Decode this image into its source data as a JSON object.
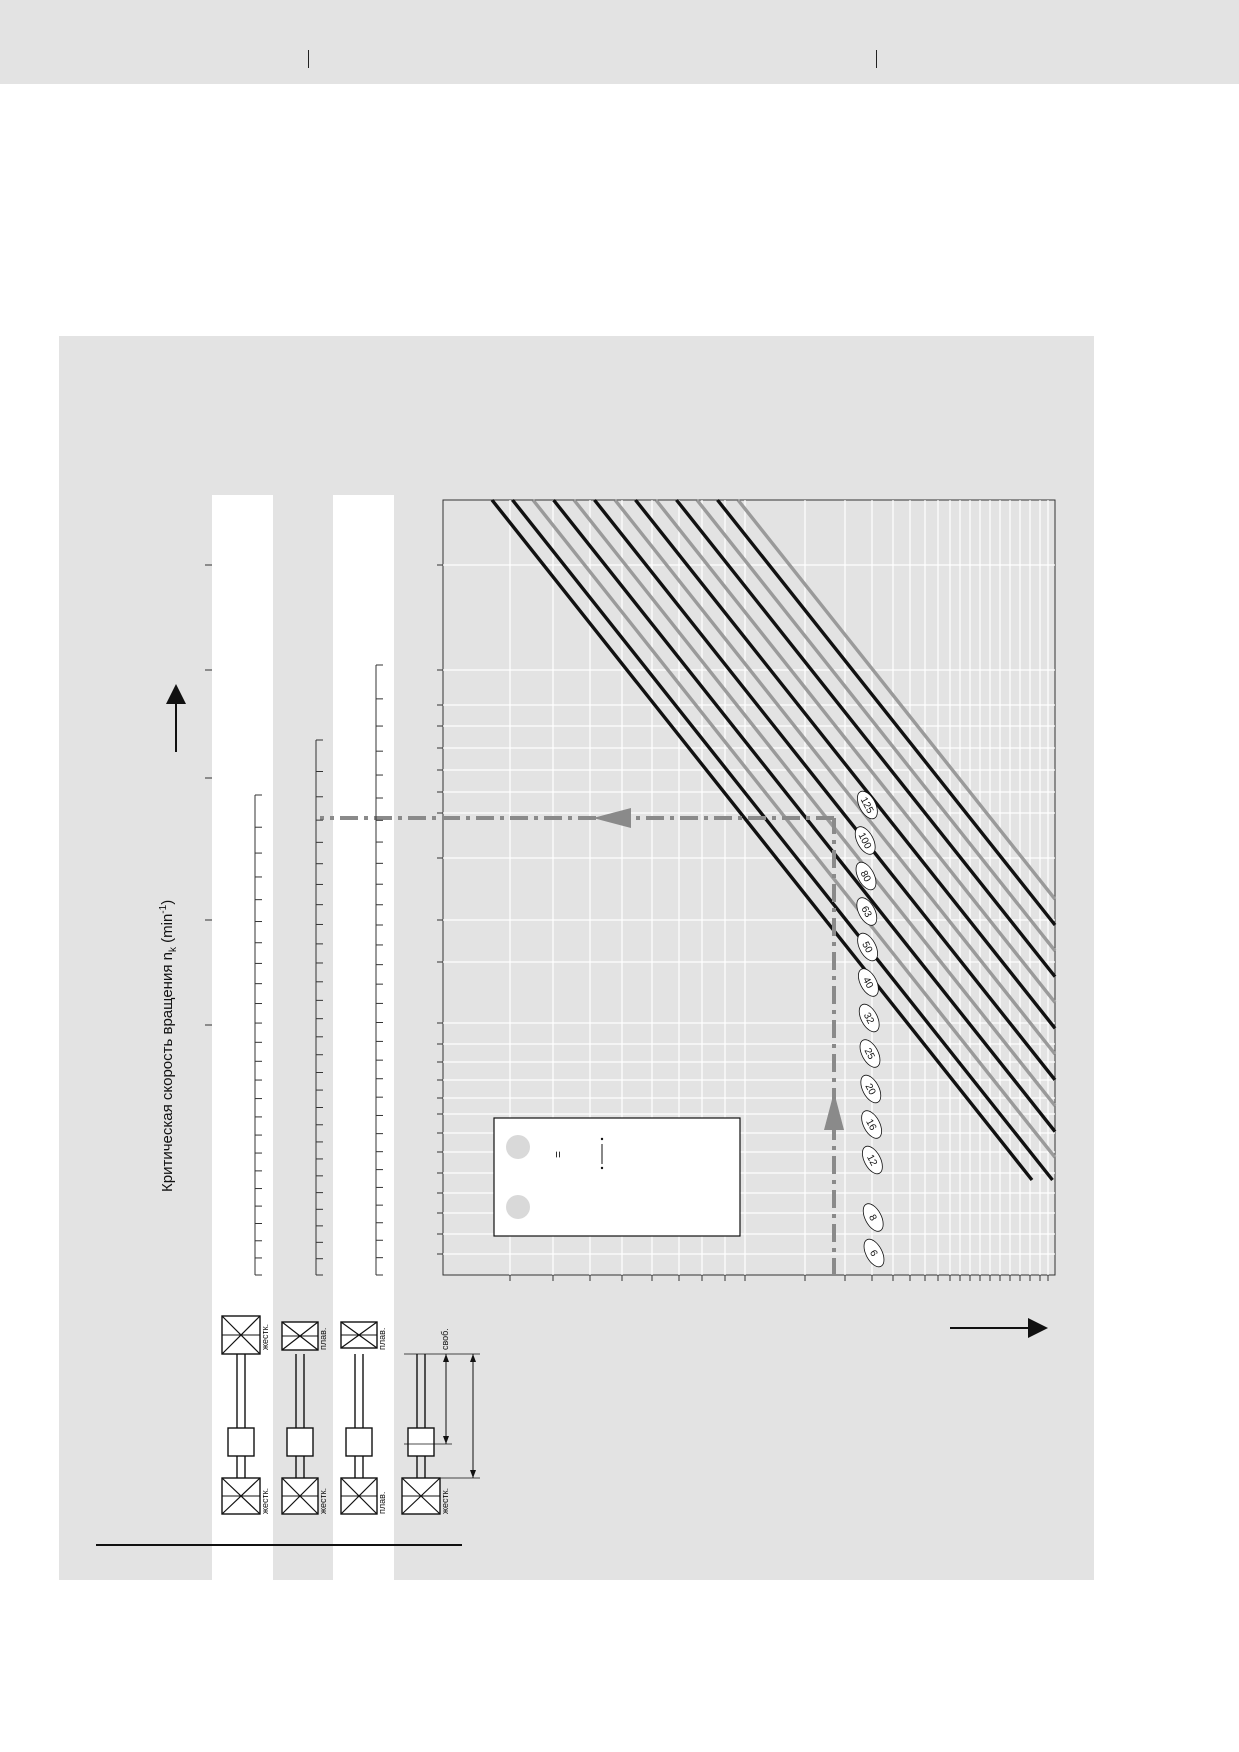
{
  "chart_data": {
    "type": "line",
    "ylabel_main": "Критическая скорость вращения n",
    "ylabel_sub": "k",
    "ylabel_unit_open": " (min",
    "ylabel_unit_sup": "-1",
    "ylabel_unit_close": ")",
    "series": [
      {
        "name": "6",
        "color": "#9a9a9a"
      },
      {
        "name": "8",
        "color": "#111111"
      },
      {
        "name": "12",
        "color": "#9a9a9a"
      },
      {
        "name": "16",
        "color": "#111111"
      },
      {
        "name": "20",
        "color": "#9a9a9a"
      },
      {
        "name": "25",
        "color": "#111111"
      },
      {
        "name": "32",
        "color": "#9a9a9a"
      },
      {
        "name": "40",
        "color": "#111111"
      },
      {
        "name": "50",
        "color": "#9a9a9a"
      },
      {
        "name": "63",
        "color": "#111111"
      },
      {
        "name": "80",
        "color": "#9a9a9a"
      },
      {
        "name": "100",
        "color": "#111111"
      },
      {
        "name": "125",
        "color": "#111111"
      }
    ],
    "example_reading": {
      "color": "#8a8a8a"
    },
    "legend": {
      "equals": "="
    },
    "grid": true
  },
  "supports": [
    {
      "left": "жестк.",
      "right": "жестк."
    },
    {
      "left": "жестк.",
      "right": "плав."
    },
    {
      "left": "плав.",
      "right": "плав."
    },
    {
      "left": "жестк.",
      "right": "своб."
    }
  ],
  "colors": {
    "panel": "#e3e3e3",
    "line_dark": "#111111",
    "line_gray": "#9a9a9a",
    "example": "#8a8a8a"
  }
}
